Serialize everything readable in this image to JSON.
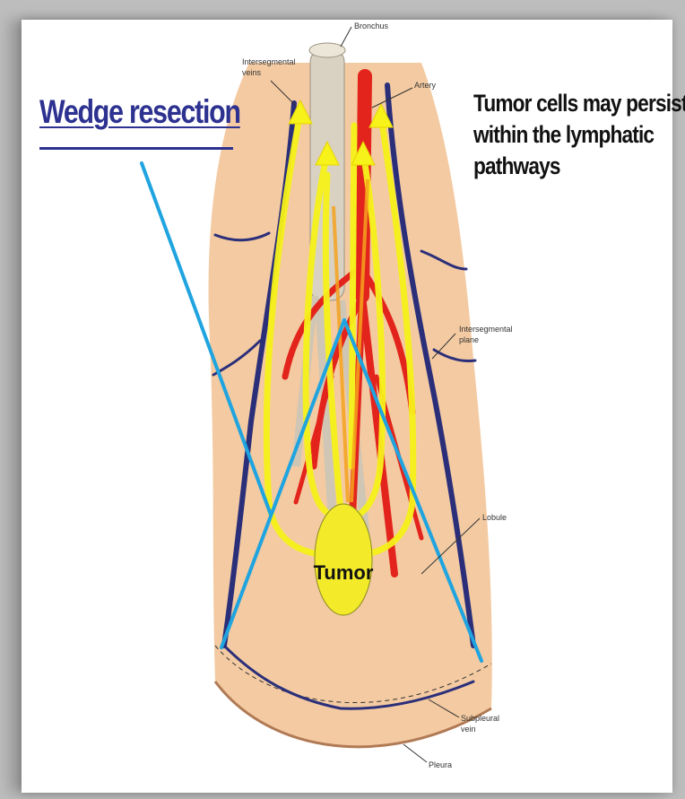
{
  "slide": {
    "title": "Wedge resection",
    "note_lines": [
      "Tumor cells may persist",
      "within the lymphatic",
      "pathways"
    ]
  },
  "labels": {
    "bronchus": "Bronchus",
    "intersegmental_veins_1": "Intersegmental",
    "intersegmental_veins_2": "veins",
    "artery": "Artery",
    "intersegmental_plane_1": "Intersegmental",
    "intersegmental_plane_2": "plane",
    "lobule": "Lobule",
    "subpleural_vein_1": "Subpleural",
    "subpleural_vein_2": "vein",
    "pleura": "Pleura",
    "tumor": "Tumor"
  },
  "colors": {
    "title": "#2d3190",
    "tissue": "#f2c79c",
    "artery": "#e3241c",
    "vein": "#2b2f7a",
    "lymphatic": "#f7f21a",
    "wedge_line": "#1fa4e0",
    "tumor": "#f3ea2a"
  }
}
